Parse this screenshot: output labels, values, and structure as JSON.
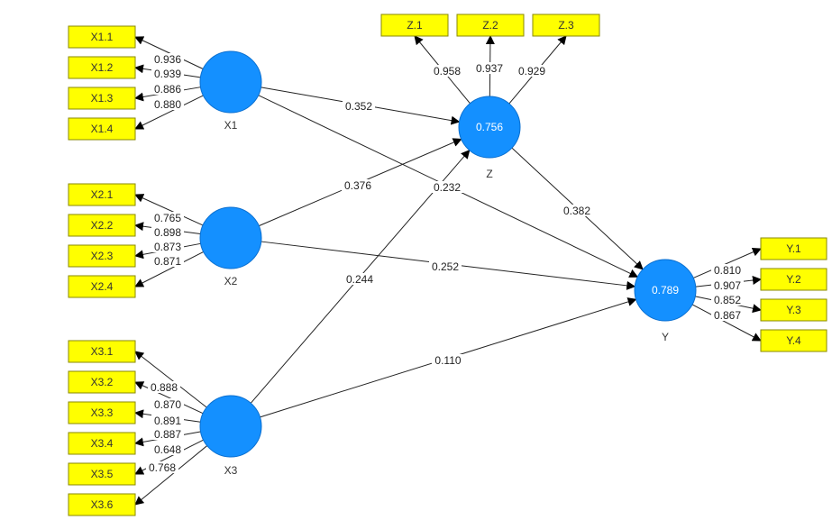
{
  "latent": {
    "X1": {
      "name": "X1",
      "r2": ""
    },
    "X2": {
      "name": "X2",
      "r2": ""
    },
    "X3": {
      "name": "X3",
      "r2": ""
    },
    "Z": {
      "name": "Z",
      "r2": "0.756"
    },
    "Y": {
      "name": "Y",
      "r2": "0.789"
    }
  },
  "indicators": {
    "X1": [
      "X1.1",
      "X1.2",
      "X1.3",
      "X1.4"
    ],
    "X2": [
      "X2.1",
      "X2.2",
      "X2.3",
      "X2.4"
    ],
    "X3": [
      "X3.1",
      "X3.2",
      "X3.3",
      "X3.4",
      "X3.5",
      "X3.6"
    ],
    "Z": [
      "Z.1",
      "Z.2",
      "Z.3"
    ],
    "Y": [
      "Y.1",
      "Y.2",
      "Y.3",
      "Y.4"
    ]
  },
  "loadings": {
    "X1": [
      "0.936",
      "0.939",
      "0.886",
      "0.880"
    ],
    "X2": [
      "0.765",
      "0.898",
      "0.873",
      "0.871"
    ],
    "X3": [
      "0.888",
      "0.870",
      "0.891",
      "0.887",
      "0.648",
      "0.768"
    ],
    "Z": [
      "0.958",
      "0.937",
      "0.929"
    ],
    "Y": [
      "0.810",
      "0.907",
      "0.852",
      "0.867"
    ]
  },
  "paths": [
    {
      "from": "X1",
      "to": "Z",
      "coef": "0.352"
    },
    {
      "from": "X1",
      "to": "Y",
      "coef": "0.232"
    },
    {
      "from": "X2",
      "to": "Z",
      "coef": "0.376"
    },
    {
      "from": "X2",
      "to": "Y",
      "coef": "0.252"
    },
    {
      "from": "X3",
      "to": "Z",
      "coef": "0.244"
    },
    {
      "from": "X3",
      "to": "Y",
      "coef": "0.110"
    },
    {
      "from": "Z",
      "to": "Y",
      "coef": "0.382"
    }
  ]
}
